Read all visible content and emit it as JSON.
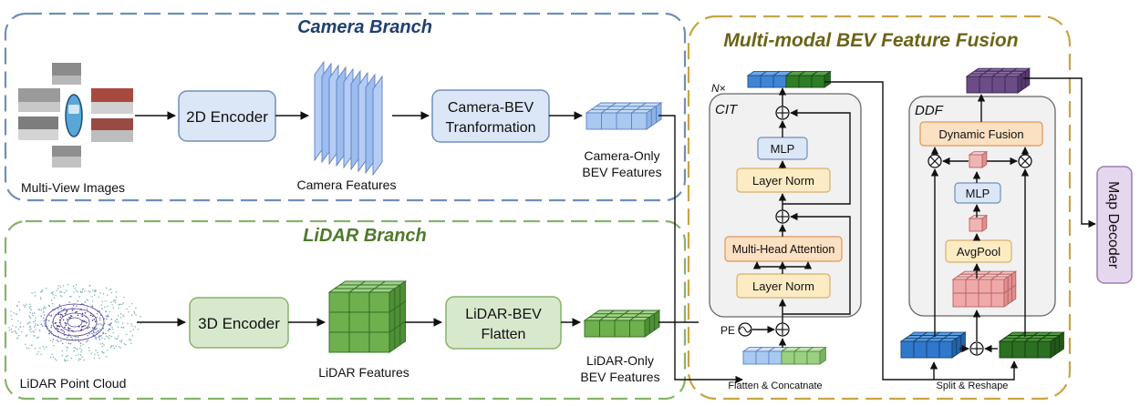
{
  "camera_branch": {
    "title": "Camera Branch",
    "input_label": "Multi-View Images",
    "encoder": "2D Encoder",
    "features_label": "Camera Features",
    "transform": [
      "Camera-BEV",
      "Tranformation"
    ],
    "bev_label": [
      "Camera-Only",
      "BEV Features"
    ]
  },
  "lidar_branch": {
    "title": "LiDAR Branch",
    "input_label": "LiDAR Point Cloud",
    "encoder": "3D Encoder",
    "features_label": "LiDAR Features",
    "transform": [
      "LiDAR-BEV",
      "Flatten"
    ],
    "bev_label": [
      "LiDAR-Only",
      "BEV Features"
    ]
  },
  "fusion": {
    "title": "Multi-modal BEV Feature Fusion",
    "cit": {
      "repeat": "N×",
      "name": "CIT",
      "blocks": [
        "MLP",
        "Layer Norm",
        "Multi-Head Attention",
        "Layer Norm"
      ],
      "pe": "PE",
      "bottom_caption": "Flatten & Concatnate"
    },
    "ddf": {
      "name": "DDF",
      "blocks": [
        "Dynamic Fusion",
        "MLP",
        "AvgPool"
      ],
      "bottom_caption": "Split & Reshape"
    }
  },
  "decoder": "Map Decoder",
  "colors": {
    "camera_border": "#6f8fb8",
    "lidar_border": "#86b46a",
    "fusion_border": "#c9a445",
    "camera_title": "#1f3f70",
    "lidar_title": "#4e7a2b",
    "fusion_title": "#6b6416",
    "blue_box": "#dbe6f7",
    "green_box": "#d8e8cd",
    "yellow_box": "#fdebc4",
    "orange_box": "#fce0c2",
    "decoder_box": "#e5d7ee"
  }
}
